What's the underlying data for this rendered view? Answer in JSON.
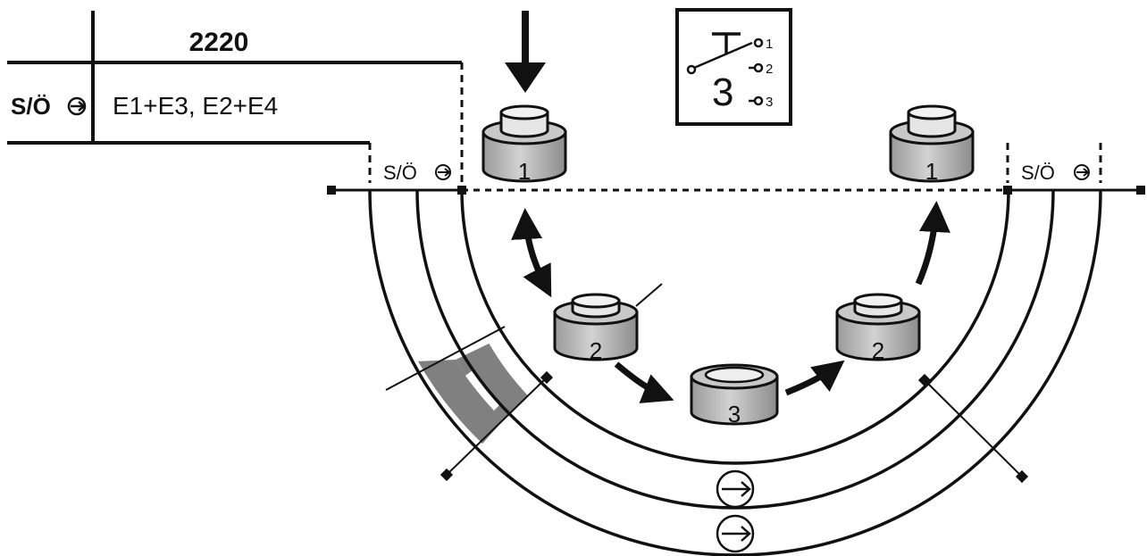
{
  "header": {
    "code": "2220",
    "row_label": "S/Ö",
    "row_value": "E1+E3, E2+E4"
  },
  "switch_box": {
    "main_digit": "3",
    "positions": [
      "1",
      "2",
      "3"
    ],
    "icon": "rotary-switch-icon"
  },
  "labels": {
    "left_station": "S/Ö",
    "right_station": "S/Ö"
  },
  "stages": [
    {
      "number": "1",
      "side": "left"
    },
    {
      "number": "2",
      "side": "left"
    },
    {
      "number": "3",
      "side": "bottom"
    },
    {
      "number": "2",
      "side": "right"
    },
    {
      "number": "1",
      "side": "right"
    }
  ],
  "icons": {
    "press_arrow": "down-arrow-icon",
    "direction": "circled-right-arrow-icon",
    "direction_small": "circled-arrow-icon"
  },
  "colors": {
    "line": "#111111",
    "cylinder_fill": "#b9b9b9",
    "cylinder_top": "#e8e8e8",
    "band_fill": "#808080"
  }
}
